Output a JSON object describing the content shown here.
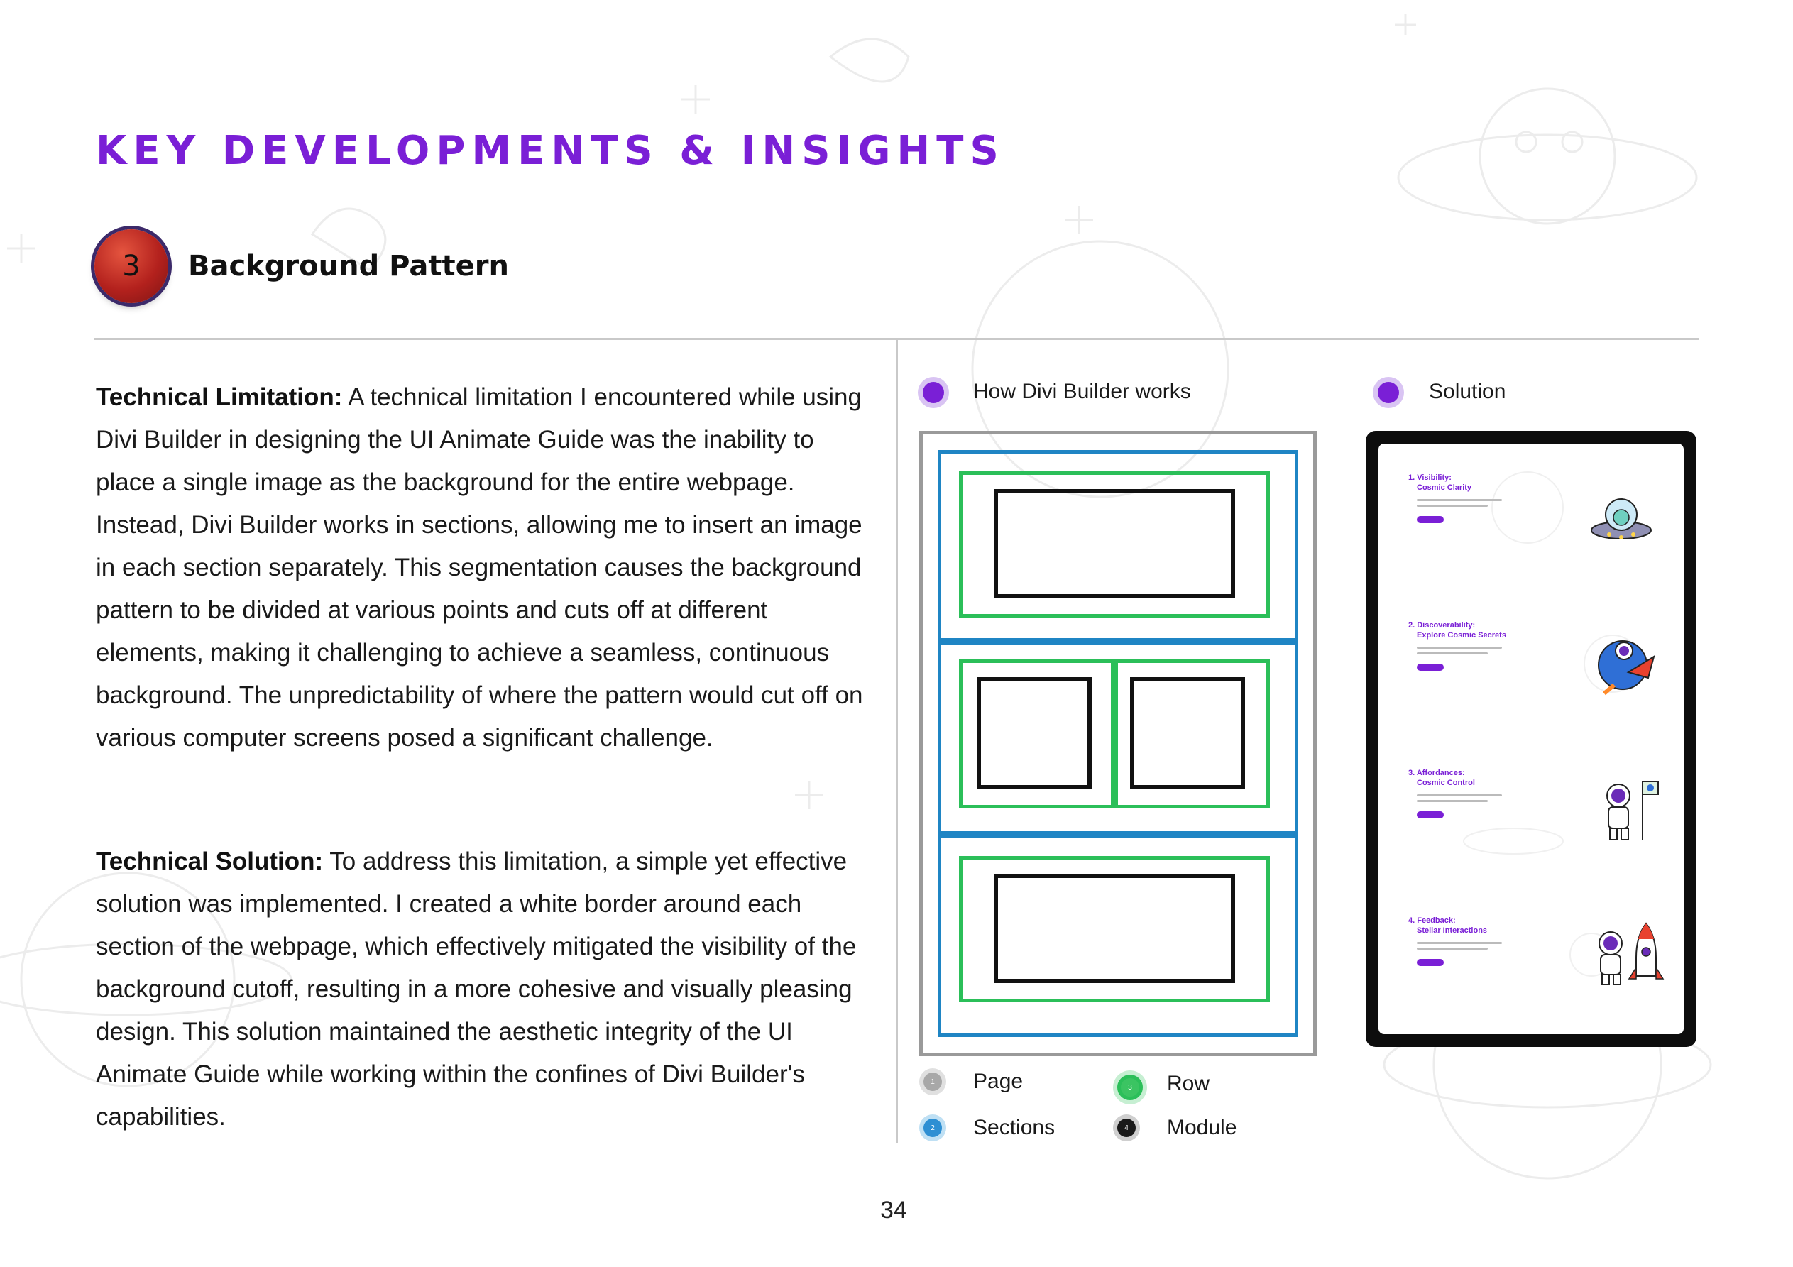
{
  "header": {
    "title": "KEY DEVELOPMENTS & INSIGHTS",
    "step_number": "3",
    "subtitle": "Background Pattern"
  },
  "content": {
    "limitation_label": "Technical Limitation:",
    "limitation_text": "A technical limitation I encountered while using Divi Builder in designing the UI Animate Guide was the inability to place a single image as the background for the entire webpage. Instead, Divi Builder works in sections, allowing me to insert an image in each section separately. This segmentation causes the background pattern to be divided at various points and cuts off at different elements, making it challenging to achieve a seamless, continuous background. The unpredictability of where the pattern would cut off on various computer screens posed a significant challenge.",
    "solution_label": "Technical Solution:",
    "solution_text": "To address this limitation, a simple yet effective solution was implemented. I created a white border around each section of the webpage, which effectively mitigated the visibility of the background cutoff, resulting in a more cohesive and visually pleasing design. This solution maintained the aesthetic integrity of the UI Animate Guide while working within the confines of Divi Builder's capabilities."
  },
  "figures": {
    "diagram_label": "How Divi Builder works",
    "solution_label": "Solution"
  },
  "solution_screen": {
    "cards": [
      {
        "heading": "1. Visibility:",
        "subheading": "Cosmic Clarity"
      },
      {
        "heading": "2. Discoverability:",
        "subheading": "Explore Cosmic Secrets"
      },
      {
        "heading": "3. Affordances:",
        "subheading": "Cosmic Control"
      },
      {
        "heading": "4. Feedback:",
        "subheading": "Stellar Interactions"
      }
    ]
  },
  "legend": {
    "items": [
      {
        "number": "1",
        "label": "Page"
      },
      {
        "number": "2",
        "label": "Sections"
      },
      {
        "number": "3",
        "label": "Row"
      },
      {
        "number": "4",
        "label": "Module"
      }
    ]
  },
  "footer": {
    "page_number": "34"
  },
  "colors": {
    "accent_purple": "#7a1fd6",
    "section_blue": "#1f85c4",
    "row_green": "#2bbf59",
    "module_black": "#111111",
    "page_grey": "#9a9a9a"
  }
}
